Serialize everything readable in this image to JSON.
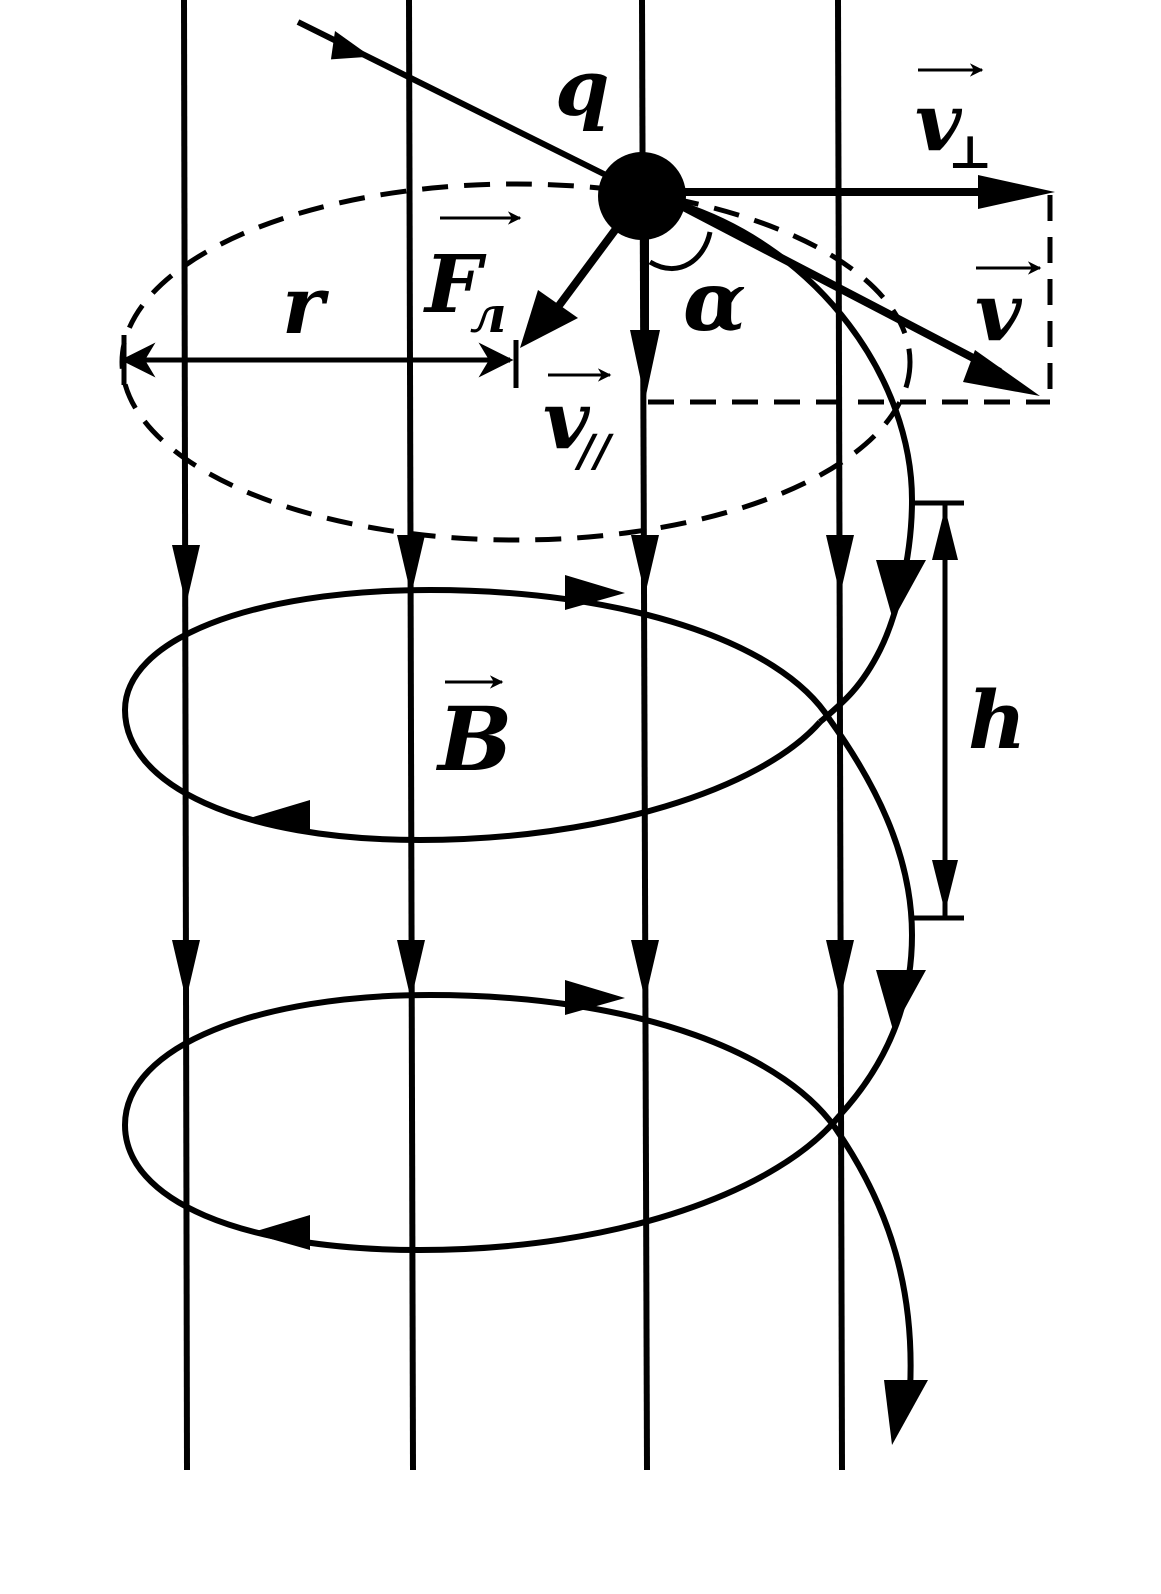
{
  "diagram": {
    "colors": {
      "ink": "#000000",
      "background": "#ffffff"
    },
    "labels": {
      "charge": "q",
      "v_perp": "v",
      "v_perp_sub": "⊥",
      "velocity": "v",
      "force": "F",
      "force_sub": "л",
      "radius": "r",
      "v_par": "v",
      "v_par_sub": "//",
      "angle": "α",
      "field": "B",
      "pitch": "h"
    }
  }
}
